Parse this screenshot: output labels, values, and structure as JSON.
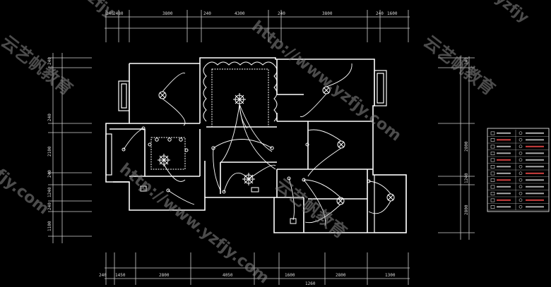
{
  "drawing": {
    "top_dimensions": [
      "240",
      "2480",
      "3800",
      "240",
      "4300",
      "240",
      "3800",
      "240",
      "1600"
    ],
    "bottom_dimensions": [
      "240",
      "1450",
      "2800",
      "4050",
      "1600",
      "2800",
      "1300"
    ],
    "bottom_dimension_unit": "1260",
    "left_dimensions": [
      "240",
      "240",
      "2100",
      "240",
      "1240",
      "240",
      "1100"
    ],
    "right_dimensions": [
      "240",
      "2800",
      "1240",
      "2800"
    ]
  },
  "watermark": {
    "url": "http://www.yzfjy.com",
    "brand_cn": "云艺帆教育",
    "domain_fragment": "yzfjy",
    "corner_fragment": "fjy.com"
  },
  "legend": {
    "rows": 12
  },
  "colors": {
    "background": "#000000",
    "lines": "#ffffff",
    "dimension_text": "#d8d8d8",
    "watermark": "#8a8a8a",
    "legend_accent": "#d04040"
  }
}
